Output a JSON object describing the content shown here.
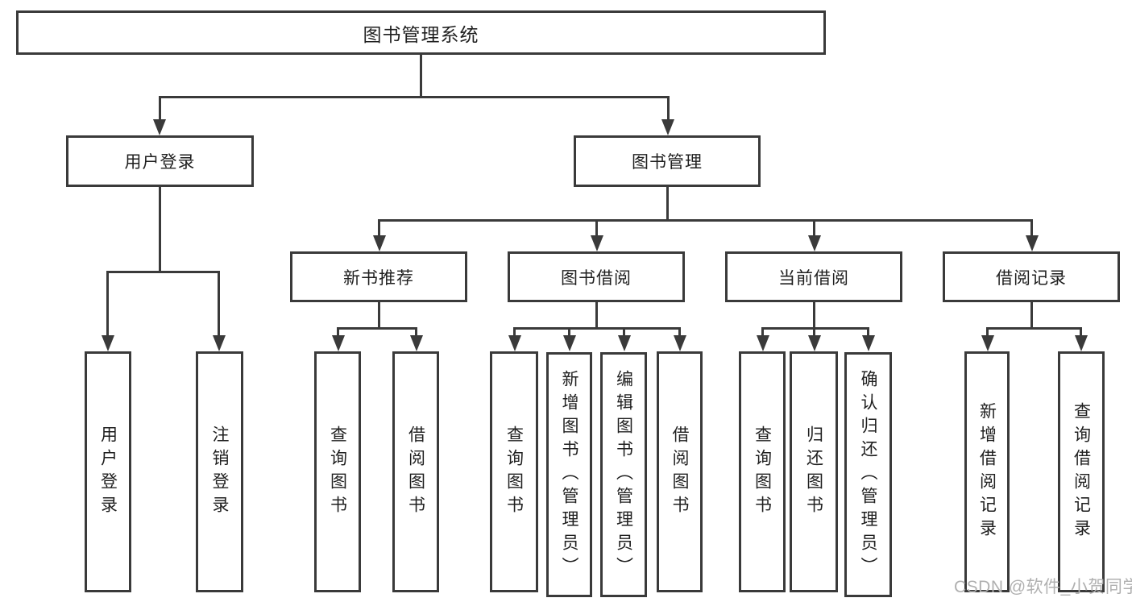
{
  "diagram": {
    "type": "hierarchy-tree",
    "title": "图书管理系统",
    "nodes": {
      "root": "图书管理系统",
      "user_login": "用户登录",
      "book_mgmt": "图书管理",
      "new_book_rec": "新书推荐",
      "book_borrow": "图书借阅",
      "current_borrow": "当前借阅",
      "borrow_records": "借阅记录",
      "login_leaf": "用户登录",
      "logout_leaf": "注销登录",
      "rec_query_book": "查询图书",
      "rec_borrow_book": "借阅图书",
      "bb_query_book": "查询图书",
      "bb_add_book": "新增图书（管理员）",
      "bb_edit_book": "编辑图书（管理员）",
      "bb_borrow_book": "借阅图书",
      "cb_query_book": "查询图书",
      "cb_return_book": "归还图书",
      "cb_confirm_return": "确认归还（管理员）",
      "br_add_record": "新增借阅记录",
      "br_query_record": "查询借阅记录"
    },
    "structure": {
      "root": [
        "user_login",
        "book_mgmt"
      ],
      "user_login": [
        "login_leaf",
        "logout_leaf"
      ],
      "book_mgmt": [
        "new_book_rec",
        "book_borrow",
        "current_borrow",
        "borrow_records"
      ],
      "new_book_rec": [
        "rec_query_book",
        "rec_borrow_book"
      ],
      "book_borrow": [
        "bb_query_book",
        "bb_add_book",
        "bb_edit_book",
        "bb_borrow_book"
      ],
      "current_borrow": [
        "cb_query_book",
        "cb_return_book",
        "cb_confirm_return"
      ],
      "borrow_records": [
        "br_add_record",
        "br_query_record"
      ]
    },
    "colors": {
      "line": "#3a3a3a",
      "text": "#1f1f1f",
      "box_fill": "#ffffff",
      "background": "#ffffff",
      "watermark": "#b0b0b0"
    }
  },
  "watermark": "CSDN @软件_小贺同学"
}
